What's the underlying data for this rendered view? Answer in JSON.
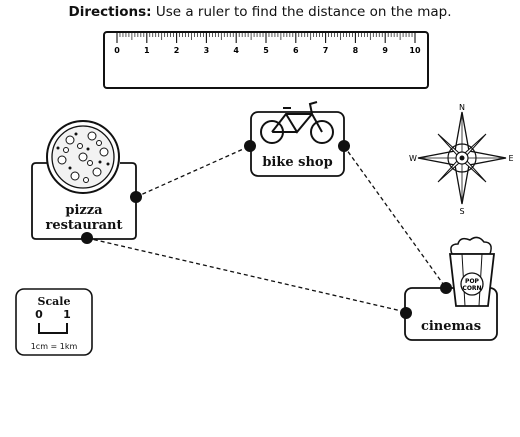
{
  "directions": {
    "label": "Directions:",
    "text": "Use a ruler to find the distance on the map."
  },
  "ruler": {
    "ticks": [
      "0",
      "1",
      "2",
      "3",
      "4",
      "5",
      "6",
      "7",
      "8",
      "9",
      "10"
    ]
  },
  "locations": {
    "pizza": {
      "line1": "pizza",
      "line2": "restaurant",
      "icon": "pizza-icon"
    },
    "bike": {
      "label": "bike shop",
      "icon": "bicycle-icon"
    },
    "cinemas": {
      "label": "cinemas",
      "icon": "popcorn-icon",
      "icon_text_1": "POP",
      "icon_text_2": "CORN"
    }
  },
  "compass": {
    "n": "N",
    "s": "S",
    "e": "E",
    "w": "W"
  },
  "scale": {
    "title": "Scale",
    "start": "0",
    "end": "1",
    "note": "1cm = 1km"
  }
}
